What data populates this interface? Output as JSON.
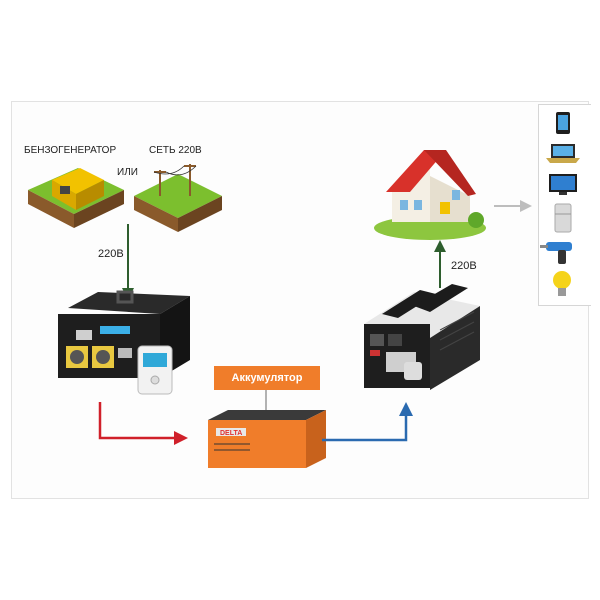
{
  "labels": {
    "generator": "БЕНЗОГЕНЕРАТОР",
    "or": "ИЛИ",
    "grid": "СЕТЬ 220В",
    "voltage_in": "220В",
    "voltage_out": "220В",
    "battery": "Аккумулятор",
    "battery_brand": "DELTA"
  },
  "devices": [
    "phone-icon",
    "laptop-icon",
    "tv-icon",
    "fridge-icon",
    "drill-icon",
    "lightbulb-icon"
  ],
  "colors": {
    "green_arrow": "#2e5e2e",
    "red_arrow": "#d0202a",
    "blue_arrow": "#2a6ab0",
    "grey_arrow": "#bdbdbd",
    "battery_orange": "#f07d2a"
  }
}
